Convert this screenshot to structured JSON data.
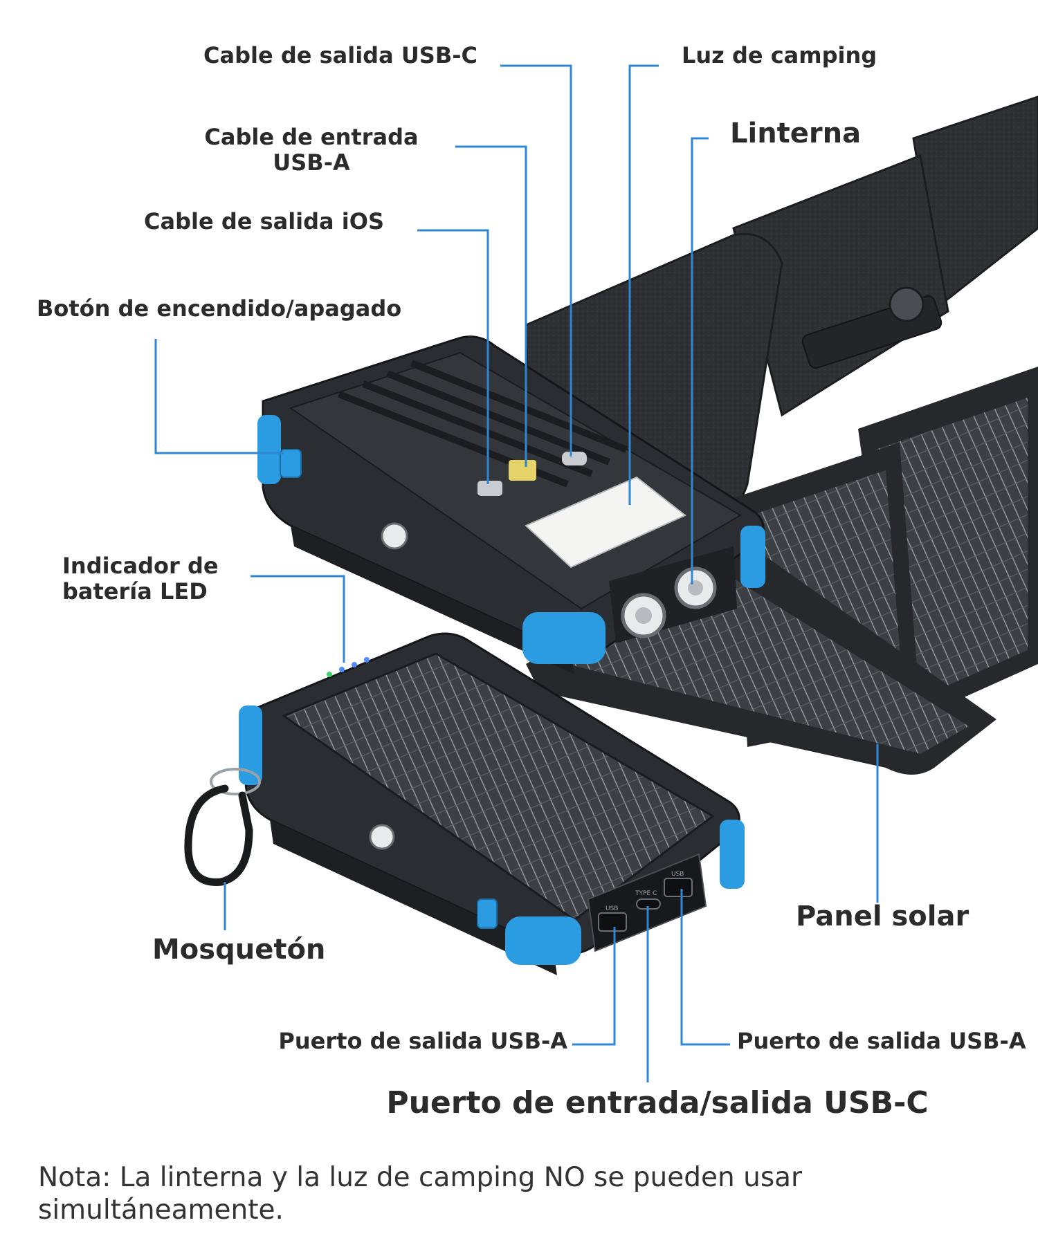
{
  "colors": {
    "leader_line": "#2f86d3",
    "accent_blue": "#2b9be2",
    "device_body": "#2a2d31",
    "leather": "#2e3033",
    "solar_cell": "#3c4045",
    "label_text": "#2b2b2b"
  },
  "labels": {
    "usb_c_output_cable": "Cable de salida USB-C",
    "camping_light": "Luz de camping",
    "usb_a_input_cable": "Cable de entrada\nUSB-A",
    "flashlight": "Linterna",
    "ios_output_cable": "Cable de salida iOS",
    "power_button": "Botón de encendido/apagado",
    "led_battery_indicator": "Indicador de\nbatería LED",
    "carabiner": "Mosquetón",
    "solar_panel": "Panel solar",
    "usb_a_output_port_left": "Puerto de salida USB-A",
    "usb_a_output_port_right": "Puerto de salida USB-A",
    "usb_c_input_output_port": "Puerto de entrada/salida USB-C"
  },
  "port_marks": {
    "usb_left": "USB",
    "type_c": "TYPE C",
    "usb_right": "USB"
  },
  "note": "Nota: La linterna y la luz de camping NO se pueden usar simultáneamente."
}
